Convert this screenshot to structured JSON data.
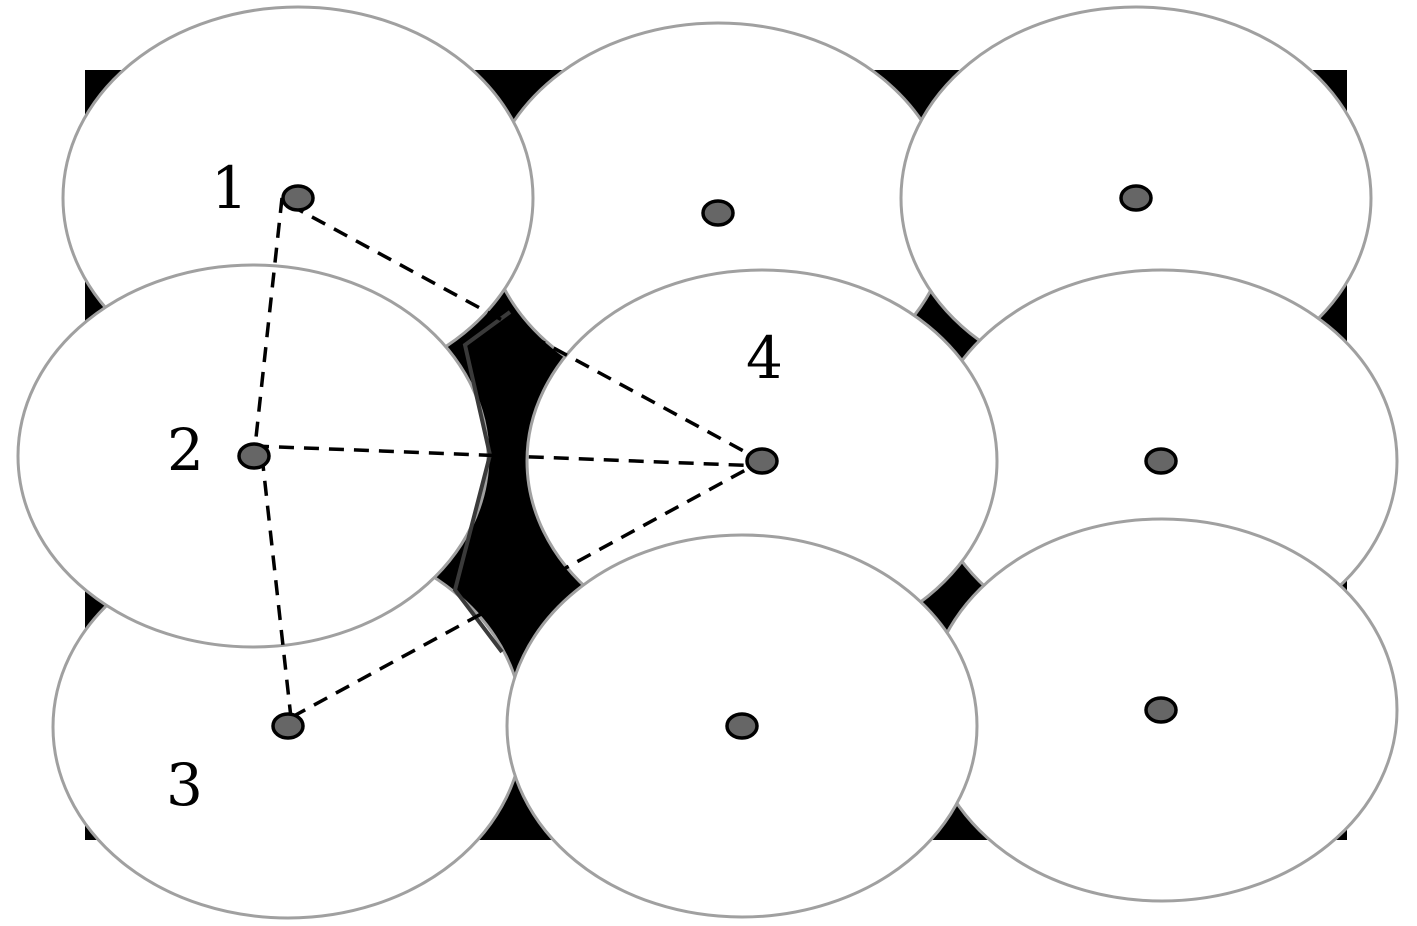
{
  "labels": {
    "one": "1",
    "two": "2",
    "three": "3",
    "four": "4"
  },
  "colors": {
    "background_rect": "#000000",
    "circle_fill": "#ffffff",
    "circle_stroke": "#a0a0a0",
    "center_dot_fill": "#666666",
    "center_dot_stroke": "#000000",
    "dashed_line": "#000000",
    "solid_line": "#3a3a3a"
  }
}
